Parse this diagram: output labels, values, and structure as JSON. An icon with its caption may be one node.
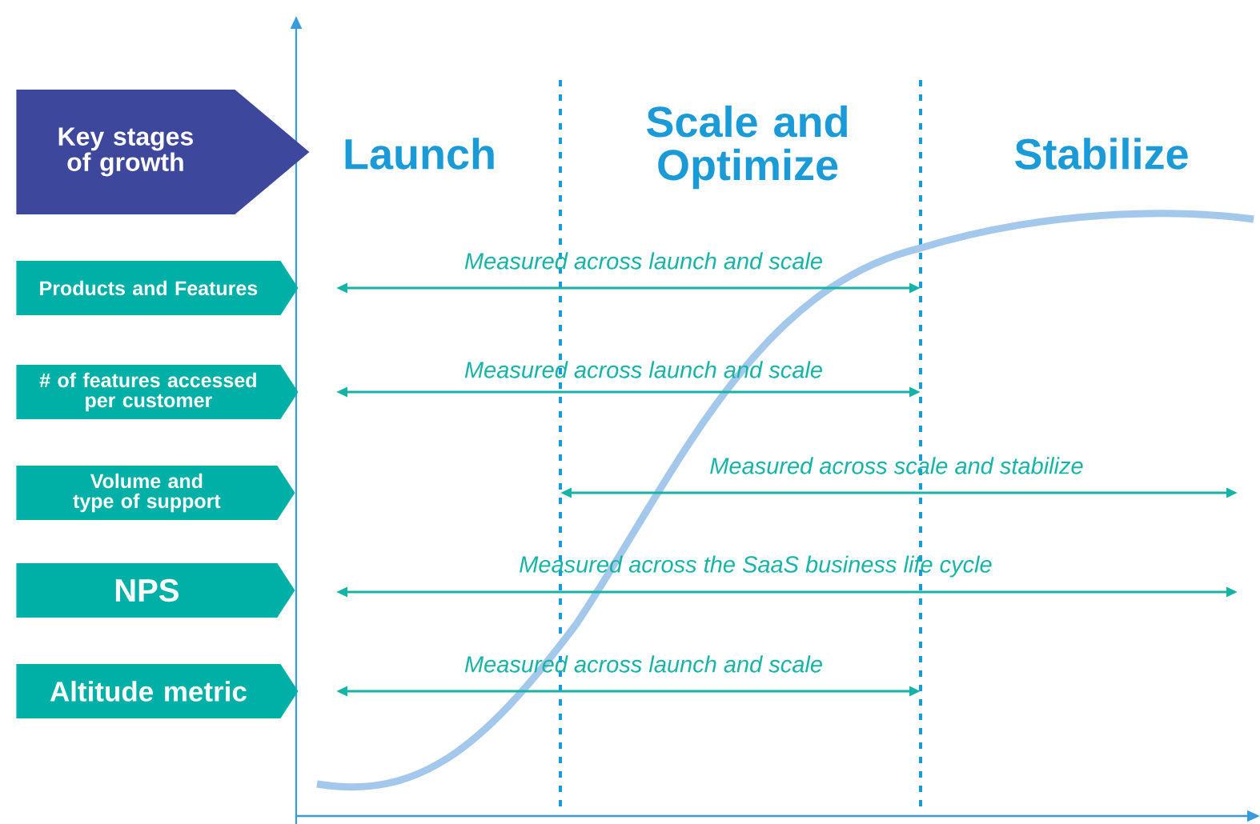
{
  "diagram": {
    "nodes": [
      {
        "text": [
          "Key stages of growth"
        ]
      },
      {
        "text": [
          "Products and Features"
        ]
      },
      {
        "text": [
          "# of features accessed per customer"
        ]
      },
      {
        "text": [
          "Volume and type of support"
        ]
      },
      {
        "text": [
          "NPS"
        ]
      },
      {
        "text": [
          "Altitude metric"
        ]
      }
    ],
    "labels": [
      "Launch",
      "Scale and Optimize",
      "Stabilize",
      "Measured across launch and scale",
      "Measured across launch and scale",
      "Measured across scale and stabilize",
      "Measured across the SaaS business life cycle",
      "Measured across launch and scale"
    ]
  }
}
